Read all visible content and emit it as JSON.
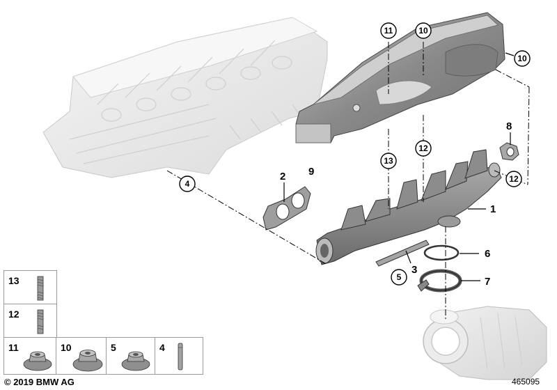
{
  "diagram": {
    "callouts": {
      "c1": "1",
      "c2": "2",
      "c3": "3",
      "c4": "4",
      "c5": "5",
      "c6": "6",
      "c7": "7",
      "c8": "8",
      "c9": "9",
      "c10a": "10",
      "c10b": "10",
      "c11": "11",
      "c12a": "12",
      "c12b": "12",
      "c13": "13"
    }
  },
  "legend": {
    "items": [
      {
        "number": "13",
        "icon": "stud-bolt-icon"
      },
      {
        "number": "12",
        "icon": "stud-bolt-icon"
      },
      {
        "number": "11",
        "icon": "flange-nut-icon"
      },
      {
        "number": "10",
        "icon": "flange-nut-icon"
      },
      {
        "number": "5",
        "icon": "flange-nut-icon"
      },
      {
        "number": "4",
        "icon": "dowel-pin-icon"
      }
    ]
  },
  "footer": {
    "copyright": "© 2019 BMW AG",
    "doc_number": "465095"
  }
}
